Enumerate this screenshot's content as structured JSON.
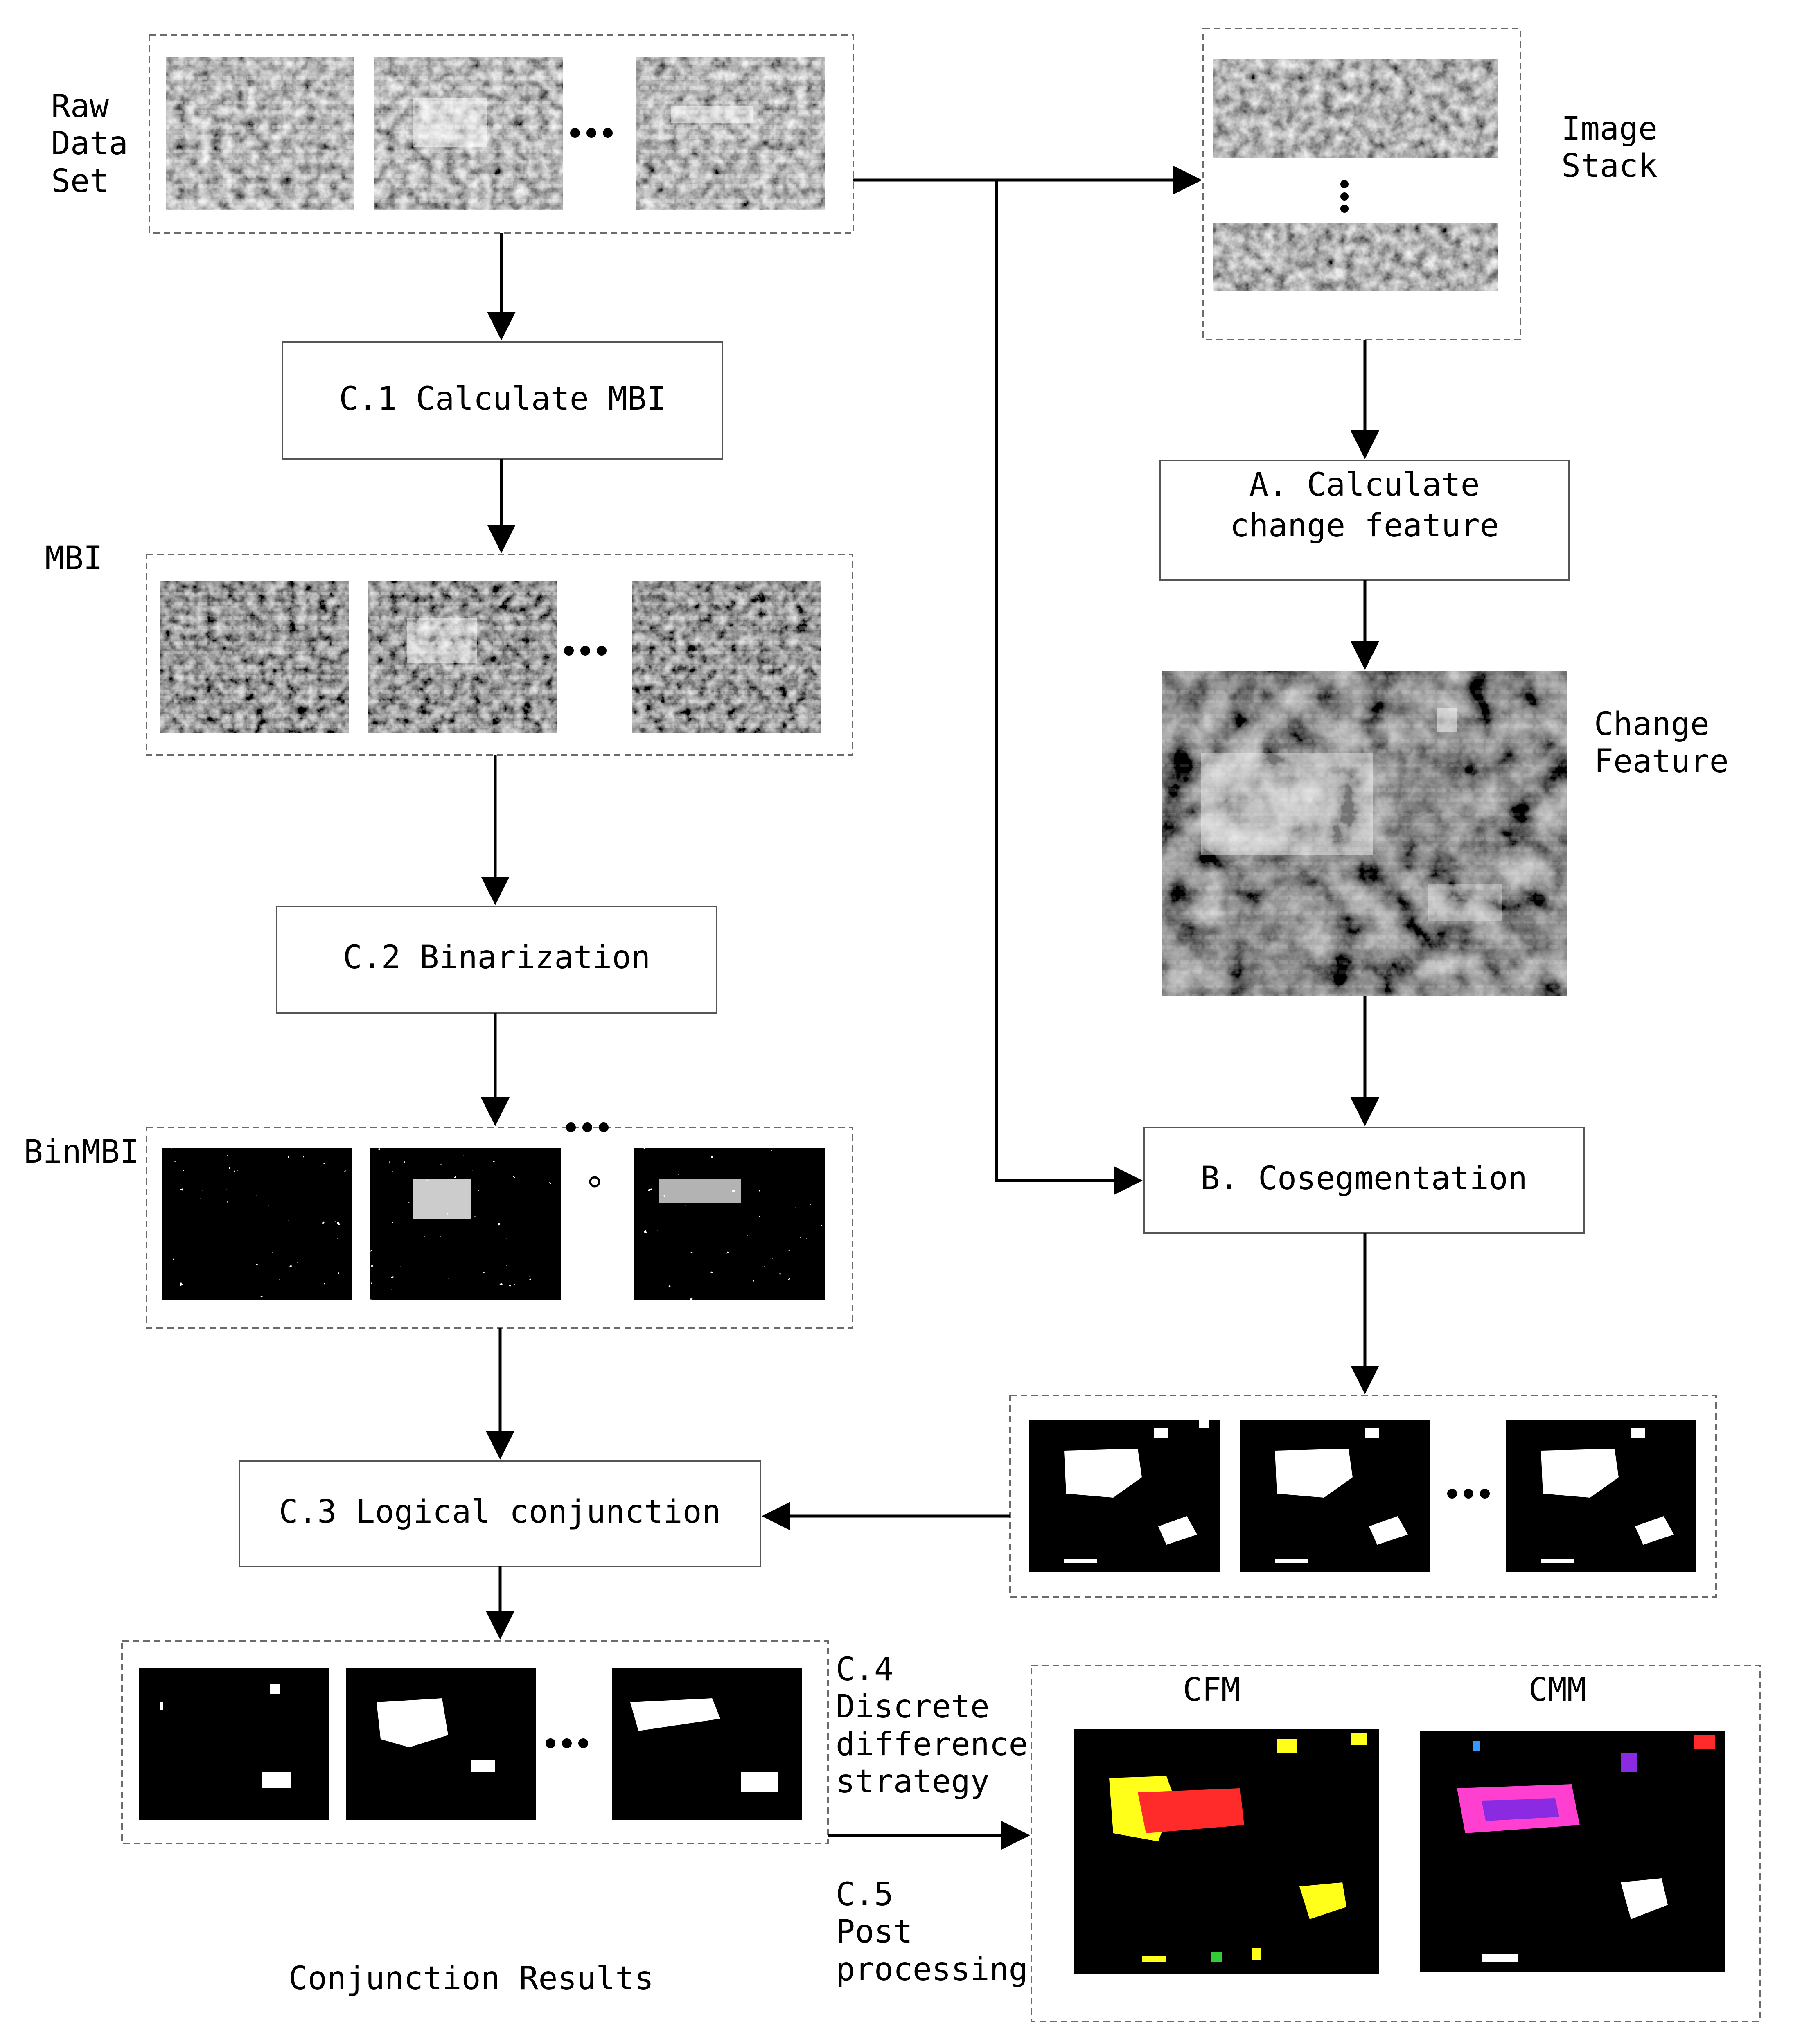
{
  "labels": {
    "raw_data_set": "Raw\nData\nSet",
    "image_stack": "Image\nStack",
    "mbi": "MBI",
    "binmbi": "BinMBI",
    "change_feature": "Change\nFeature",
    "conjunction_results": "Conjunction Results",
    "cfm": "CFM",
    "cmm": "CMM",
    "c4": "C.4\nDiscrete\ndifference\nstrategy",
    "c5": "C.5\nPost\nprocessing"
  },
  "steps": {
    "c1": "C.1 Calculate MBI",
    "c2": "C.2 Binarization",
    "c3": "C.3 Logical conjunction",
    "a_line1": "A. Calculate",
    "a_line2": "change feature",
    "b": "B. Cosegmentation"
  },
  "colors": {
    "line": "#000000",
    "dashed_border": "#6b6b6b",
    "cfm_red": "#ff2a2a",
    "cfm_yellow": "#ffff1a",
    "cmm_magenta": "#ff3fd0",
    "cmm_purple": "#8a2be2"
  },
  "icons": {
    "ellipsis": "three-dots-icon",
    "vertical_ellipsis": "vertical-dots-icon"
  }
}
